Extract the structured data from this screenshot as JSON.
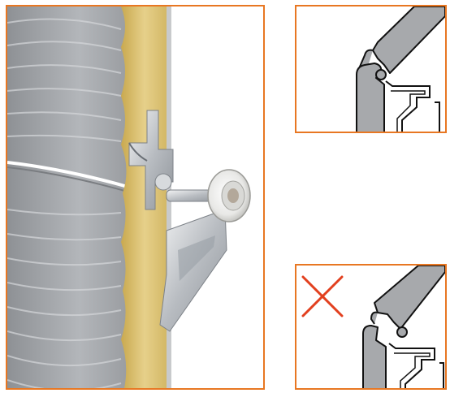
{
  "figure": {
    "main_illustration": {
      "subject": "door-panel-hinge-roller-assembly",
      "panel_color": "#A7A9AC",
      "insulation_color": "#D9C27A",
      "hardware_color": "#C9CDD2"
    },
    "detail_correct": {
      "status": "correct-fit",
      "panel_color": "#A7A9AC"
    },
    "detail_wrong": {
      "status": "incorrect-fit",
      "mark_icon": "x-icon",
      "mark_color": "#E2401F",
      "panel_color": "#A7A9AC"
    },
    "frame_color": "#E87722"
  }
}
